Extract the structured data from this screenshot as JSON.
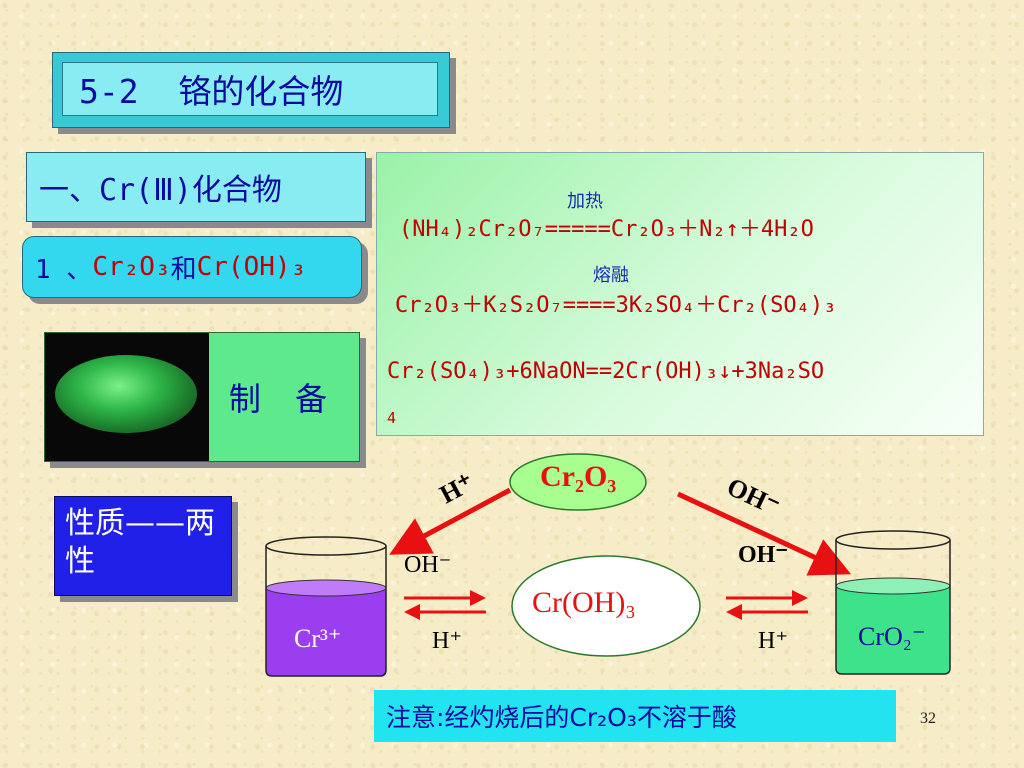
{
  "title": "5-2  铬的化合物",
  "section_heading": "一、Cr(Ⅲ)化合物",
  "subsection": {
    "number": "1 、",
    "cr2o3": "Cr₂O₃",
    "and": "和",
    "croh3": "Cr(OH)₃"
  },
  "preparation_label": "制 备",
  "equations": {
    "eq1_condition": "加热",
    "eq1": "(NH₄)₂Cr₂O₇=====Cr₂O₃＋N₂↑＋4H₂O",
    "eq2_condition": "熔融",
    "eq2": "Cr₂O₃＋K₂S₂O₇====3K₂SO₄＋Cr₂(SO₄)₃",
    "eq3": "Cr₂(SO₄)₃+6NaON==2Cr(OH)₃↓+3Na₂SO",
    "eq3_wrap": "4"
  },
  "properties_label": "性质——两性",
  "diagram": {
    "top_oval": "Cr₂O₃",
    "center_oval": "Cr(OH)₃",
    "left_beaker": "Cr³⁺",
    "right_beaker": "CrO₂⁻",
    "arrow_left_top": "H⁺",
    "arrow_right_top": "OH⁻",
    "left_upper": "OH⁻",
    "left_lower": "H⁺",
    "right_upper": "OH⁻",
    "right_lower": "H⁺"
  },
  "note": "注意:经灼烧后的Cr₂O₃不溶于酸",
  "page_number": "32",
  "colors": {
    "title_bg": "#88ecf2",
    "equation_text": "#c00000",
    "arrow_red": "#e81010",
    "left_liquid": "#9a3ef0",
    "right_liquid": "#3ee28a",
    "heading_text": "#0a0aa0"
  }
}
